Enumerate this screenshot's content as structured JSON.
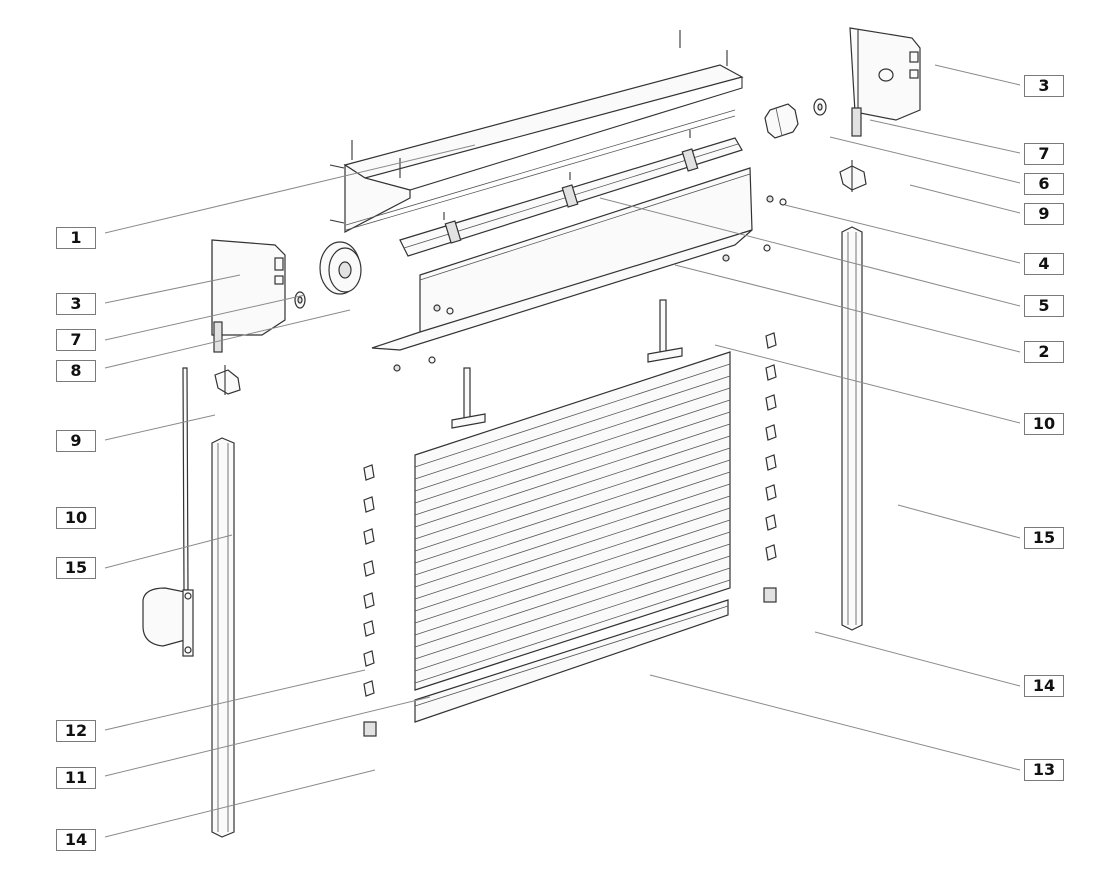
{
  "callouts": {
    "l1": "1",
    "l3": "3",
    "l7": "7",
    "l8": "8",
    "l9": "9",
    "l10": "10",
    "l15": "15",
    "l12": "12",
    "l11": "11",
    "l14": "14",
    "r3": "3",
    "r7": "7",
    "r6": "6",
    "r9": "9",
    "r4": "4",
    "r5": "5",
    "r2": "2",
    "r10": "10",
    "r15": "15",
    "r14": "14",
    "r13": "13"
  },
  "colors": {
    "line": "#333333",
    "leader": "#8a8a8a",
    "box_border": "#7a7a7a"
  }
}
